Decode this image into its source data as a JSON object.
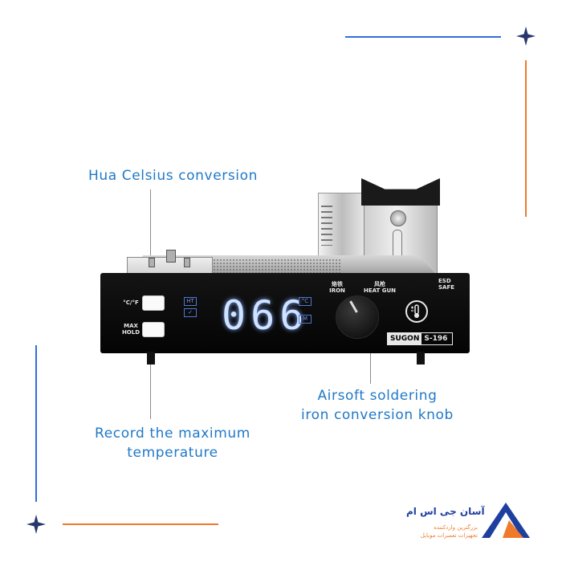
{
  "callouts": {
    "celsius": "Hua Celsius conversion",
    "max_line1": "Record the maximum",
    "max_line2": "temperature",
    "knob_line1": "Airsoft soldering",
    "knob_line2": "iron conversion knob"
  },
  "device": {
    "btn_cf_label": "°C/°F",
    "btn_max_line1": "MAX",
    "btn_max_line2": "HOLD",
    "display_value": "066",
    "ind_ht": "HT",
    "ind_check": "✓",
    "unit_c": "°C",
    "unit_m": "M",
    "knob_left_cn": "烙铁",
    "knob_left": "IRON",
    "knob_right_cn": "风枪",
    "knob_right": "HEAT GUN",
    "esd_line1": "ESD",
    "esd_line2": "SAFE",
    "brand_a": "SUGON",
    "brand_b": "S-196"
  },
  "logo": {
    "name": "آسان جی اس ام",
    "sub_line1": "بزرگترین واردکننده",
    "sub_line2": "تجهیزات تعمیرات موبایل"
  },
  "colors": {
    "callout_text": "#1f79c8",
    "accent_blue": "#2f6fd6",
    "accent_orange": "#ef7a2c"
  },
  "icons": [
    "sparkle-icon",
    "thermometer-icon",
    "logo-triangle-icon"
  ]
}
